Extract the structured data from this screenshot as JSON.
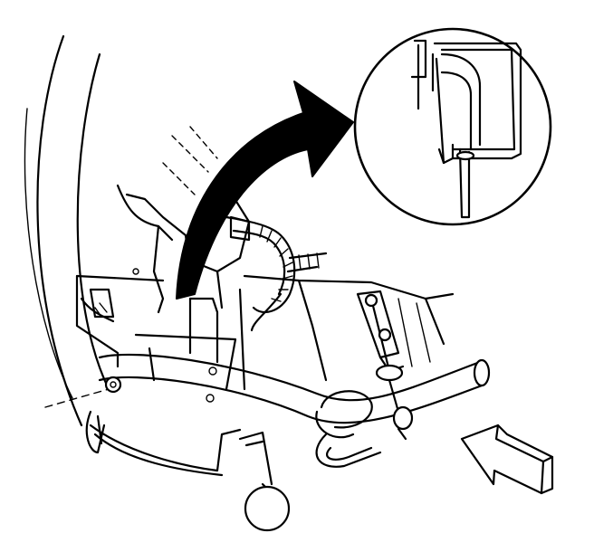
{
  "figure": {
    "background": "#ffffff",
    "ink": "#000000",
    "parts": [
      {
        "id": "detail-callout",
        "icon": "magnified-detail-circle"
      },
      {
        "id": "callout-arrow",
        "icon": "curved-arrow"
      },
      {
        "id": "view-arrow",
        "icon": "direction-arrow"
      },
      {
        "id": "radiator-support-bar",
        "icon": "tube"
      },
      {
        "id": "wiring-harness",
        "icon": "corrugated-conduit"
      },
      {
        "id": "retaining-clip",
        "icon": "clip"
      },
      {
        "id": "pull-ring-pin",
        "icon": "pin"
      }
    ]
  }
}
